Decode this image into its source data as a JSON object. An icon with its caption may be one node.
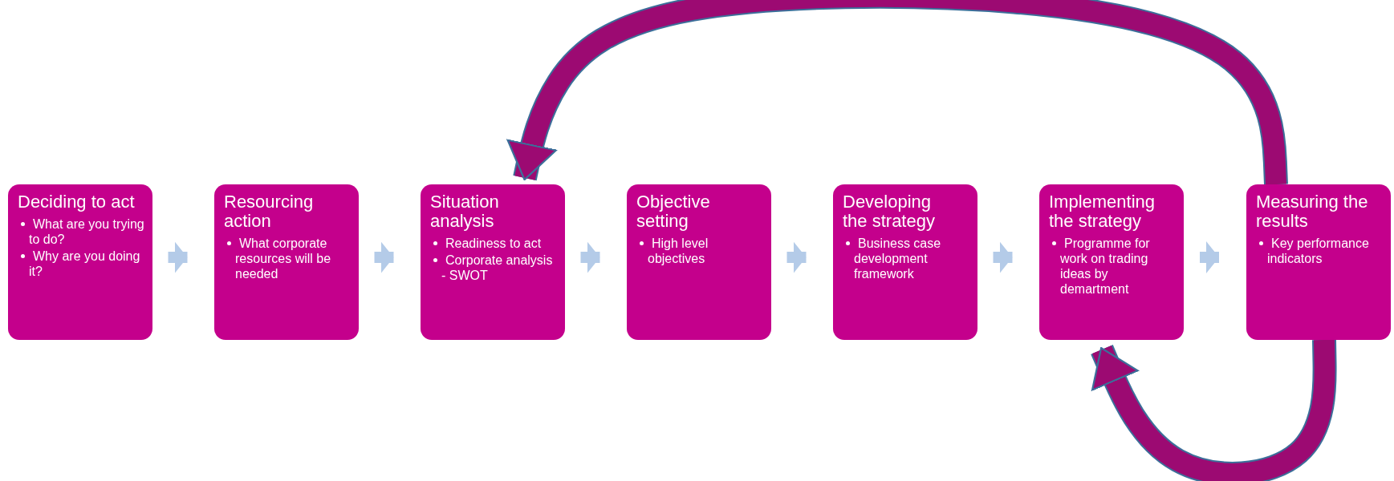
{
  "diagram": {
    "nodes": [
      {
        "text": [
          "Deciding to act",
          "What are you trying to do?",
          "Why are you doing it?"
        ]
      },
      {
        "text": [
          "Resourcing action",
          "What corporate resources will be needed"
        ]
      },
      {
        "text": [
          "Situation analysis",
          "Readiness to act",
          "Corporate analysis - SWOT"
        ]
      },
      {
        "text": [
          "Objective setting",
          "High level objectives"
        ]
      },
      {
        "text": [
          "Developing the strategy",
          "Business case development framework"
        ]
      },
      {
        "text": [
          "Implementing the strategy",
          "Programme for work on trading ideas by demartment"
        ]
      },
      {
        "text": [
          "Measuring the results",
          "Key performance indicators"
        ]
      }
    ],
    "edges": [
      {
        "from": 0,
        "to": 1,
        "arrow": "to"
      },
      {
        "from": 1,
        "to": 2,
        "arrow": "to"
      },
      {
        "from": 2,
        "to": 3,
        "arrow": "to"
      },
      {
        "from": 3,
        "to": 4,
        "arrow": "to"
      },
      {
        "from": 4,
        "to": 5,
        "arrow": "to"
      },
      {
        "from": 5,
        "to": 6,
        "arrow": "to"
      },
      {
        "from": 6,
        "to": 2,
        "arrow": "to",
        "style": "thick",
        "color": "#9c0a72"
      },
      {
        "from": 6,
        "to": 5,
        "arrow": "to",
        "style": "thick",
        "color": "#9c0a72"
      }
    ]
  }
}
